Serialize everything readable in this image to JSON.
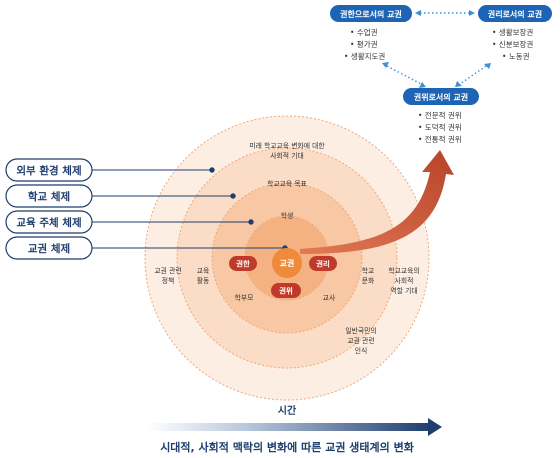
{
  "colors": {
    "navy": "#1f3e6e",
    "blue_box": "#1e64b4",
    "dot_blue": "#3f8fd8",
    "ring_outer": "#fdeee3",
    "ring_2": "#fbdcc6",
    "ring_3": "#f8c7a4",
    "ring_4": "#f4b283",
    "core": "#ef8a3a",
    "pill_red": "#c0392b",
    "arrow_red": "#c65a3c"
  },
  "top_boxes": {
    "authority_teacher": {
      "title": "권한으로서의 교권",
      "items": [
        "• 수업권",
        "• 평가권",
        "• 생활지도권"
      ]
    },
    "rights_teacher": {
      "title": "권리로서의 교권",
      "items": [
        "• 생활보장권",
        "• 신분보장권",
        "• 노동권"
      ]
    },
    "prestige_teacher": {
      "title": "권위로서의 교권",
      "items": [
        "• 전문적 권위",
        "• 도덕적 권위",
        "• 전통적 권위"
      ]
    }
  },
  "left_labels": [
    "외부 환경 체제",
    "학교 체제",
    "교육 주체 체제",
    "교권 체제"
  ],
  "rings": {
    "outer_top": [
      "미래 학교교육 변화에 대한",
      "사회적 기대"
    ],
    "school_goal": "학교교육 목표",
    "student": "학생",
    "parent": "학부모",
    "teacher": "교사",
    "edu_activity": [
      "교육",
      "활동"
    ],
    "policy": [
      "교권 관련",
      "정책"
    ],
    "school_culture": [
      "학교",
      "문화"
    ],
    "social_role": [
      "학교교육의",
      "사회적",
      "역할 기대"
    ],
    "public_perception": [
      "일반국민의",
      "교권 관련",
      "인식"
    ]
  },
  "core": {
    "center": "교권",
    "left_pill": "권한",
    "right_pill": "권리",
    "bottom_pill": "권위"
  },
  "footer": {
    "time_label": "시간",
    "caption": "시대적, 사회적 맥락의 변화에 따른 교권 생태계의 변화"
  }
}
